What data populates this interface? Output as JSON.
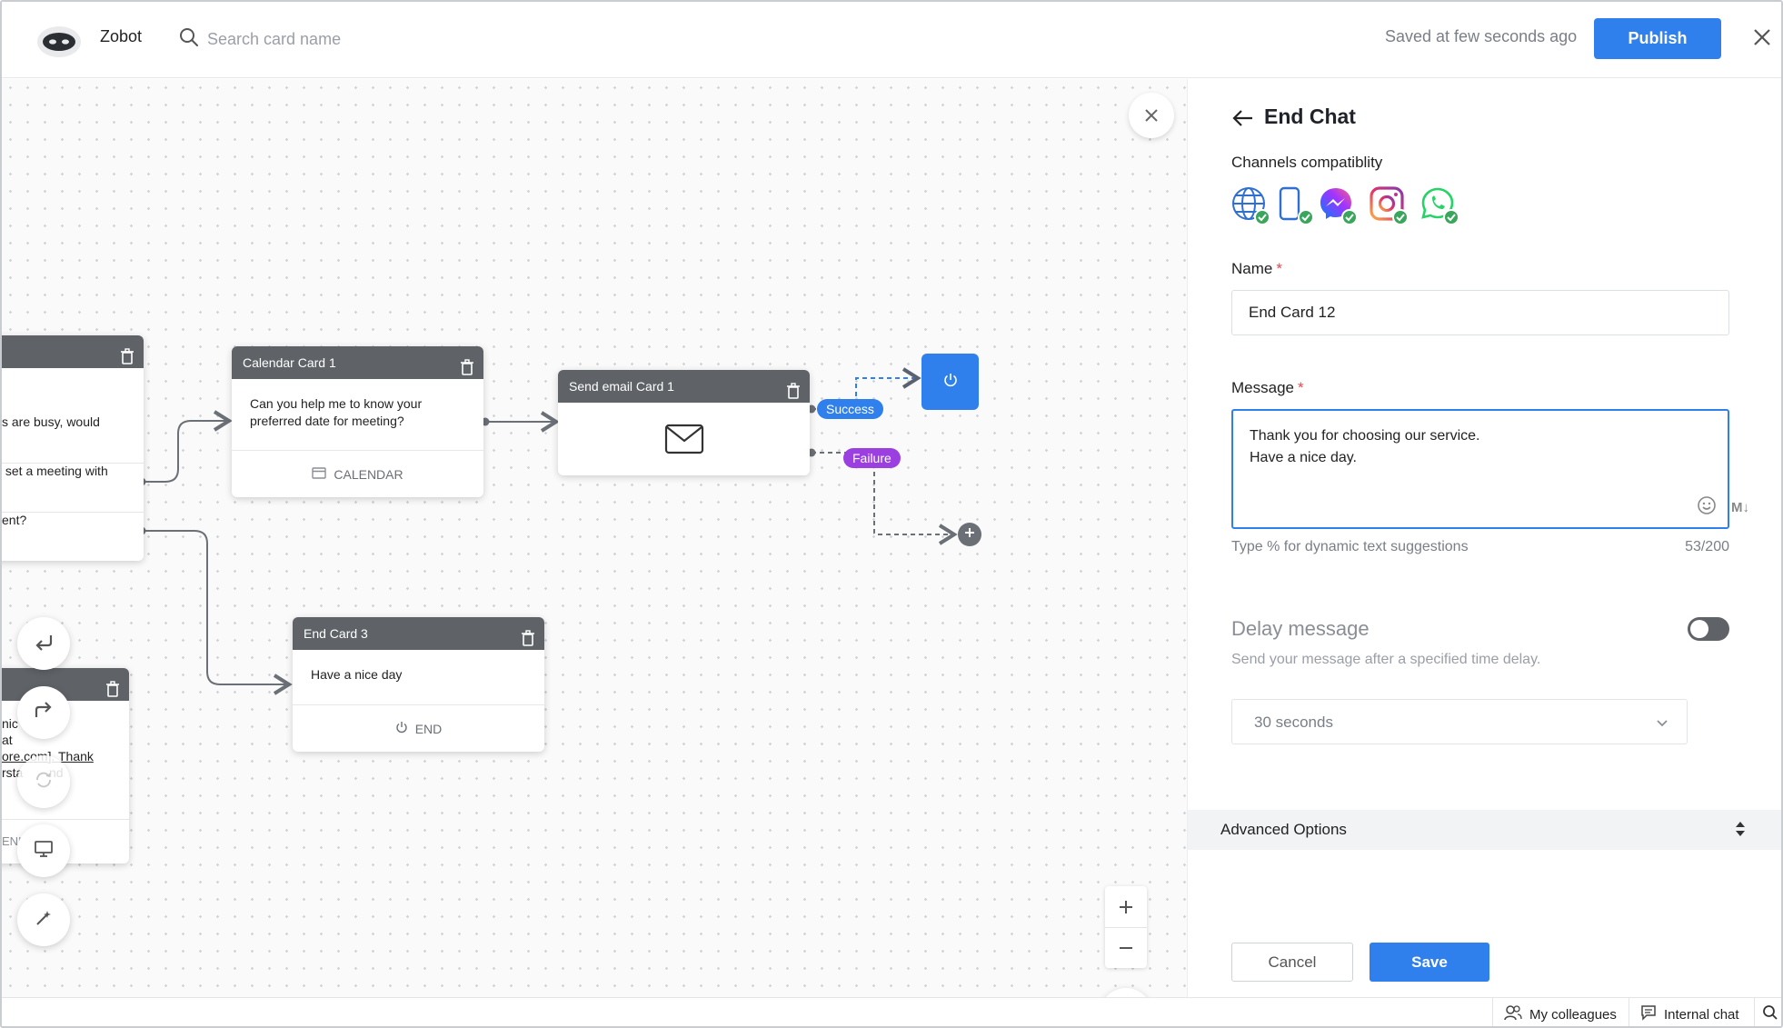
{
  "header": {
    "app_name": "Zobot",
    "search_placeholder": "Search card name",
    "saved_status": "Saved at few seconds ago",
    "publish_label": "Publish"
  },
  "canvas": {
    "partial_card_top": {
      "text_lines": [
        "s are busy, would",
        " set a meeting with",
        "ent?"
      ]
    },
    "calendar_card": {
      "title": "Calendar Card 1",
      "message": "Can you help me to know your preferred date for meeting?",
      "footer_label": "CALENDAR"
    },
    "send_email_card": {
      "title": "Send email Card 1"
    },
    "edge_success": "Success",
    "edge_failure": "Failure",
    "end_card": {
      "title": "End Card 3",
      "message": "Have a nice day",
      "footer_label": "END"
    },
    "partial_card_bottom": {
      "text_lines": [
        "nic",
        "at",
        "ore.com]. Thank",
        "rsta",
        "nd"
      ],
      "footer_fragment": "ENI"
    }
  },
  "panel": {
    "title": "End Chat",
    "channels_label": "Channels compatiblity",
    "channels": [
      "globe-icon",
      "mobile-icon",
      "messenger-icon",
      "instagram-icon",
      "whatsapp-icon"
    ],
    "name_label": "Name",
    "name_value": "End Card 12",
    "message_label": "Message",
    "message_lines": [
      "Thank you for choosing our service.",
      "Have a nice day."
    ],
    "message_hint": "Type % for dynamic text suggestions",
    "message_counter": "53/200",
    "md_badge": "M↓",
    "delay_title": "Delay message",
    "delay_subtitle": "Send your message after a specified time delay.",
    "delay_value": "30 seconds",
    "advanced_label": "Advanced Options",
    "cancel_label": "Cancel",
    "save_label": "Save"
  },
  "footer": {
    "colleagues_label": "My colleagues",
    "internal_chat_label": "Internal chat"
  },
  "colors": {
    "accent": "#2f80ed",
    "success_badge": "#2f80ed",
    "failure_badge": "#9b3fe0",
    "card_header": "#5f6368"
  }
}
